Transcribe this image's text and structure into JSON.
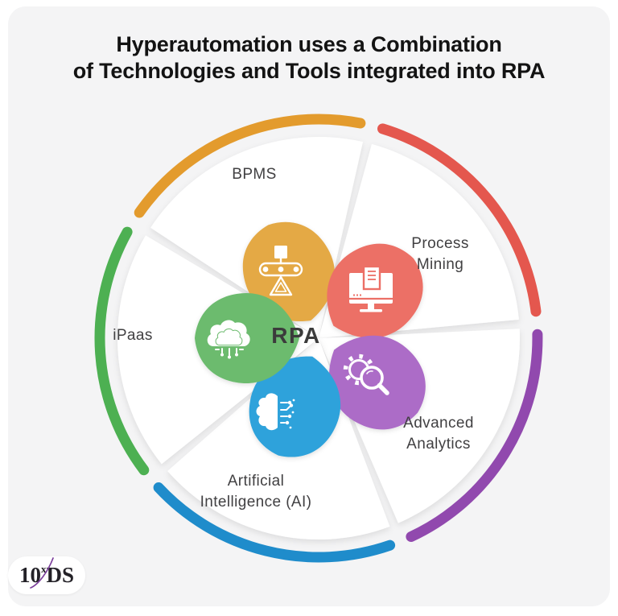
{
  "title": {
    "line1": "Hyperautomation uses a Combination",
    "line2": "of Technologies and Tools integrated into RPA"
  },
  "center": {
    "label": "RPA"
  },
  "segments": [
    {
      "name": "BPMS",
      "label_line1": "BPMS",
      "label_line2": "",
      "arc_color": "#E39B2D",
      "petal_color": "#E4A945",
      "icon": "workflow-hierarchy-icon"
    },
    {
      "name": "Process Mining",
      "label_line1": "Process",
      "label_line2": "Mining",
      "arc_color": "#E4574E",
      "petal_color": "#EC6F66",
      "icon": "monitor-document-icon"
    },
    {
      "name": "Advanced Analytics",
      "label_line1": "Advanced",
      "label_line2": "Analytics",
      "arc_color": "#9149AE",
      "petal_color": "#AC6CC7",
      "icon": "gear-magnifier-icon"
    },
    {
      "name": "Artificial Intelligence (AI)",
      "label_line1": "Artificial",
      "label_line2": "Intelligence (AI)",
      "arc_color": "#1F8CCB",
      "petal_color": "#2EA2DB",
      "icon": "brain-circuit-icon"
    },
    {
      "name": "iPaas",
      "label_line1": "iPaas",
      "label_line2": "",
      "arc_color": "#4DB052",
      "petal_color": "#6CBB6E",
      "icon": "cloud-network-icon"
    }
  ],
  "logo": {
    "prefix": "10",
    "superscript": "x",
    "suffix": "DS"
  },
  "colors": {
    "page_background": "#FFFFFF",
    "card_background": "#F4F4F5",
    "wedge_fill": "#FFFFFF",
    "title_text": "#131313",
    "label_text": "#414042",
    "center_text": "#3B3B3B",
    "logo_swoosh": "#7B3E9B"
  }
}
